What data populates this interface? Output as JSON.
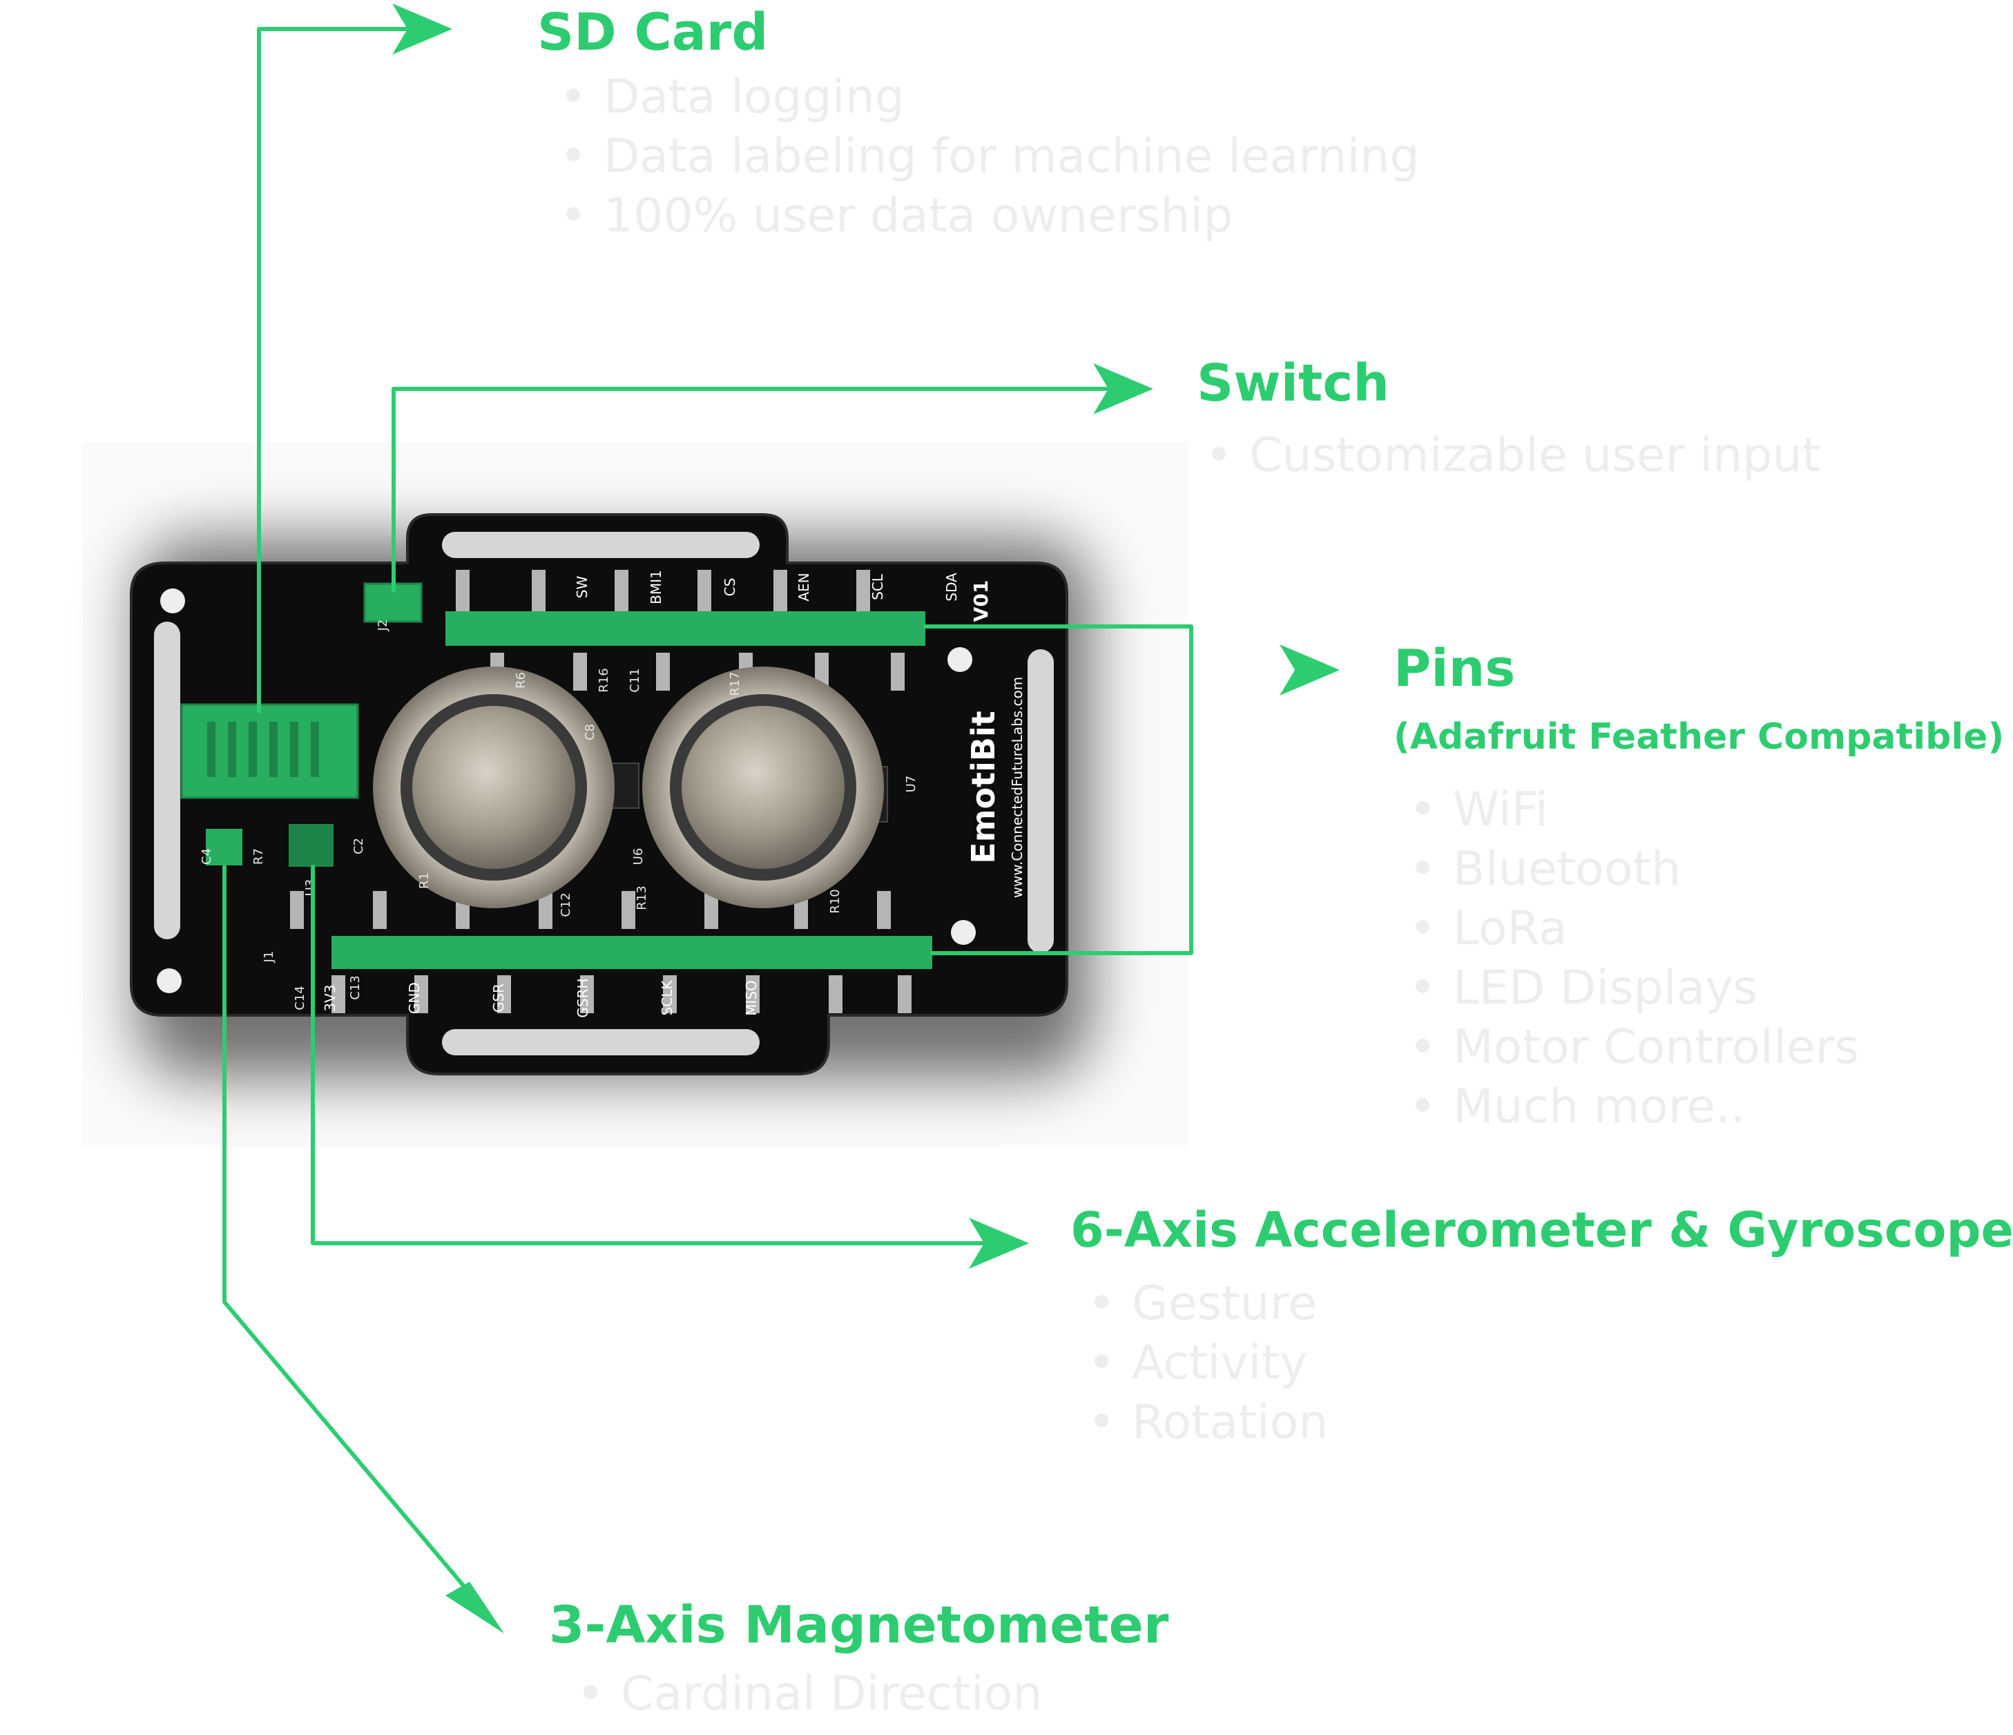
{
  "colors": {
    "accent": "#2ecc71",
    "board": "#0d0d0d",
    "bullet_text": "#ededed"
  },
  "board": {
    "silkscreen_name": "EmotiBit",
    "silkscreen_url": "www.ConnectedFutureLabs.com",
    "silkscreen_version": "V01",
    "top_header_labels": [
      "SW",
      "BMI1",
      "CS",
      "AEN",
      "SCL",
      "SDA"
    ],
    "bottom_header_labels": [
      "3V3",
      "GND",
      "GSR",
      "GSRH",
      "SCLK",
      "MISO"
    ],
    "component_labels": [
      "R6",
      "R16",
      "C8",
      "C11",
      "R17",
      "U7",
      "R1",
      "C12",
      "R13",
      "R10",
      "U3",
      "U6",
      "C4",
      "R7",
      "C2",
      "C13",
      "C14",
      "J1",
      "J2"
    ]
  },
  "callouts": [
    {
      "id": "sd-card",
      "title": "SD Card",
      "subtitle": "",
      "bullets": [
        "Data logging",
        "Data labeling for machine learning",
        "100% user data ownership"
      ]
    },
    {
      "id": "switch",
      "title": "Switch",
      "subtitle": "",
      "bullets": [
        "Customizable user input"
      ]
    },
    {
      "id": "pins",
      "title": "Pins",
      "subtitle": "(Adafruit Feather Compatible)",
      "bullets": [
        "WiFi",
        "Bluetooth",
        "LoRa",
        "LED Displays",
        "Motor Controllers",
        "Much more.."
      ]
    },
    {
      "id": "imu",
      "title": "6-Axis Accelerometer & Gyroscope",
      "subtitle": "",
      "bullets": [
        "Gesture",
        "Activity",
        "Rotation"
      ]
    },
    {
      "id": "magnetometer",
      "title": "3-Axis Magnetometer",
      "subtitle": "",
      "bullets": [
        "Cardinal Direction"
      ]
    }
  ]
}
